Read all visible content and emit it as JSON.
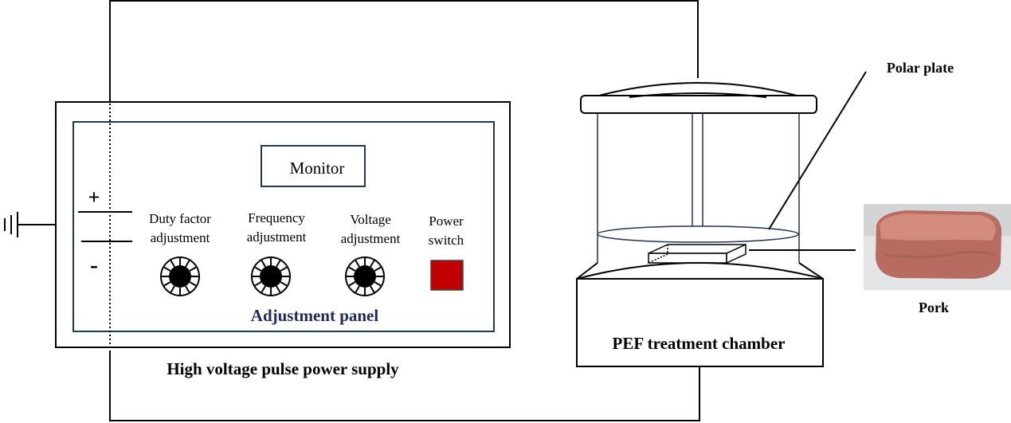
{
  "power_supply": {
    "title": "High voltage pulse power supply",
    "panel_label": "Adjustment panel",
    "monitor_label": "Monitor",
    "plus_sign": "+",
    "minus_sign": "-",
    "controls": [
      {
        "line1": "Duty factor",
        "line2": "adjustment",
        "kind": "knob"
      },
      {
        "line1": "Frequency",
        "line2": "adjustment",
        "kind": "knob"
      },
      {
        "line1": "Voltage",
        "line2": "adjustment",
        "kind": "knob"
      },
      {
        "line1": "Power",
        "line2": "switch",
        "kind": "switch"
      }
    ]
  },
  "chamber": {
    "title": "PEF treatment chamber",
    "polar_plate_label": "Polar plate",
    "sample_label": "Pork"
  },
  "colors": {
    "line": "#000000",
    "panel_border": "#1f3a4d",
    "panel_text": "#1f2a5a",
    "chamber_outline": "#1f3552",
    "switch_red": "#c00000",
    "pork_flesh": "#c97a6e"
  }
}
